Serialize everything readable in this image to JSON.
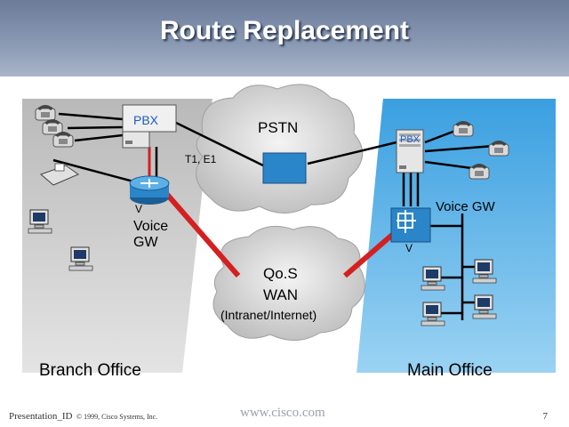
{
  "slide": {
    "title": "Route Replacement",
    "footer": {
      "presentation_id": "Presentation_ID",
      "copyright": "© 1999, Cisco Systems, Inc.",
      "url": "www.cisco.com",
      "page": "7"
    }
  },
  "diagram": {
    "branch": {
      "label": "Branch Office",
      "pbx_label": "PBX",
      "voice_gw_label_line1": "Voice",
      "voice_gw_label_line2": "GW",
      "router_tag": "V",
      "link_label": "T1, E1"
    },
    "pstn": {
      "label": "PSTN"
    },
    "wan": {
      "line1": "Qo.S",
      "line2": "WAN",
      "line3": "(Intranet/Internet)"
    },
    "main": {
      "label": "Main Office",
      "pbx_label": "PBX",
      "voice_gw_label": "Voice GW",
      "router_tag": "V"
    },
    "colors": {
      "branch_area": "#c8c8c8",
      "main_area": "#5ab4e8",
      "cloud": "#d4d4d4",
      "trunk_link": "#d42020",
      "phone_link": "#000000",
      "router": "#2a86c8"
    },
    "icons": [
      "phone-icon",
      "fax-icon",
      "pc-icon",
      "pbx-icon",
      "router-icon",
      "switch-icon",
      "cloud-icon"
    ]
  }
}
